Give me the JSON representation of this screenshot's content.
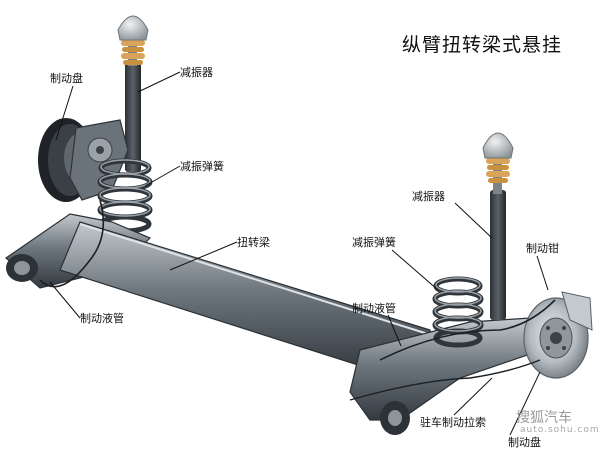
{
  "title": "纵臂扭转梁式悬挂",
  "labels": {
    "brake_disc_left": "制动盘",
    "shock_absorber_left": "减振器",
    "coil_spring_left": "减振弹簧",
    "torsion_beam": "扭转梁",
    "brake_hose_left": "制动液管",
    "shock_absorber_right": "减振器",
    "coil_spring_right": "减振弹簧",
    "brake_caliper": "制动钳",
    "brake_hose_right": "制动液管",
    "parking_brake_cable": "驻车制动拉索",
    "brake_disc_right": "制动盘"
  },
  "watermark": {
    "brand": "搜狐汽车",
    "url": "auto.sohu.com"
  },
  "colors": {
    "metal_dark": "#3f464c",
    "metal_mid": "#7d868d",
    "metal_light": "#b9c0c5",
    "bump_stop": "#d9a45a",
    "leader_line": "#111111"
  }
}
